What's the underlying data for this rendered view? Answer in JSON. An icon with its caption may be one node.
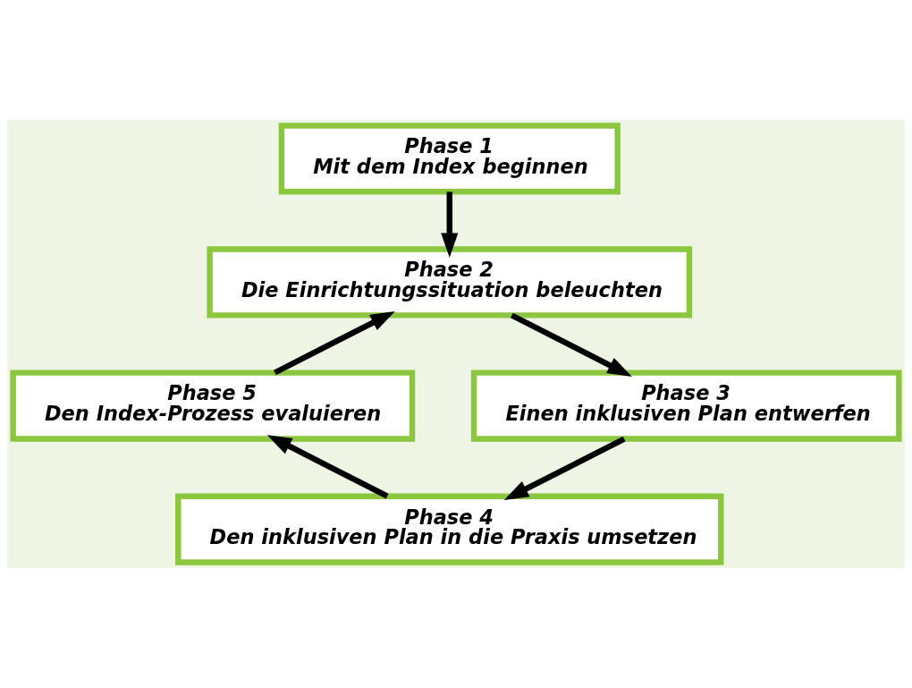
{
  "diagram": {
    "nodes": [
      {
        "text": [
          "Phase 1",
          "Mit dem Index beginnen"
        ]
      },
      {
        "text": [
          "Phase 2",
          "Die Einrichtungssituation beleuchten"
        ]
      },
      {
        "text": [
          "Phase 3",
          "Einen inklusiven Plan entwerfen"
        ]
      },
      {
        "text": [
          "Phase 4",
          "Den inklusiven Plan in die Praxis umsetzen"
        ]
      },
      {
        "text": [
          "Phase 5",
          "Den Index-Prozess evaluieren"
        ]
      }
    ],
    "edges": [
      {
        "from": 0,
        "to": 1,
        "arrow": "to"
      },
      {
        "from": 1,
        "to": 2,
        "arrow": "to"
      },
      {
        "from": 2,
        "to": 3,
        "arrow": "to"
      },
      {
        "from": 3,
        "to": 4,
        "arrow": "to"
      },
      {
        "from": 4,
        "to": 1,
        "arrow": "to"
      }
    ]
  }
}
